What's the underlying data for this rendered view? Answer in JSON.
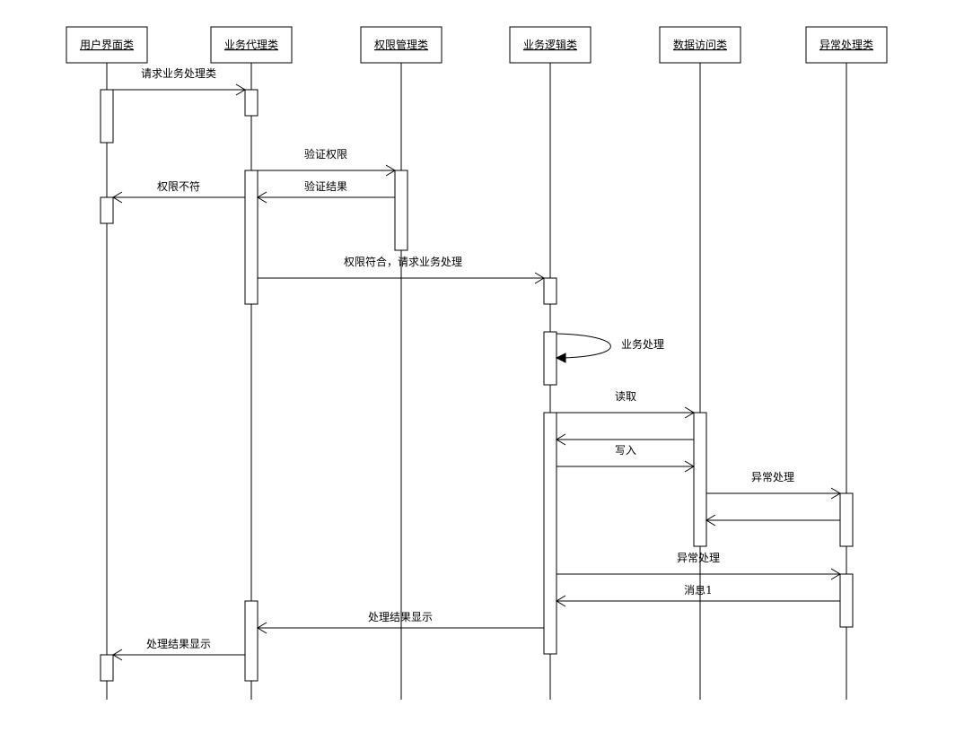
{
  "diagram": {
    "type": "sequence",
    "participants": [
      {
        "id": "ui",
        "label": "用户界面类"
      },
      {
        "id": "proxy",
        "label": "业务代理类"
      },
      {
        "id": "perm",
        "label": "权限管理类"
      },
      {
        "id": "logic",
        "label": "业务逻辑类"
      },
      {
        "id": "data",
        "label": "数据访问类"
      },
      {
        "id": "exc",
        "label": "异常处理类"
      }
    ],
    "messages": [
      {
        "from": "ui",
        "to": "proxy",
        "label": "请求业务处理类"
      },
      {
        "from": "proxy",
        "to": "perm",
        "label": "验证权限"
      },
      {
        "from": "perm",
        "to": "proxy",
        "label": "验证结果"
      },
      {
        "from": "proxy",
        "to": "ui",
        "label": "权限不符"
      },
      {
        "from": "proxy",
        "to": "logic",
        "label": "权限符合，请求业务处理"
      },
      {
        "from": "logic",
        "to": "logic",
        "label": "业务处理"
      },
      {
        "from": "logic",
        "to": "data",
        "label": "读取"
      },
      {
        "from": "data",
        "to": "logic",
        "label": ""
      },
      {
        "from": "logic",
        "to": "data",
        "label": "写入"
      },
      {
        "from": "data",
        "to": "exc",
        "label": "异常处理"
      },
      {
        "from": "exc",
        "to": "data",
        "label": ""
      },
      {
        "from": "logic",
        "to": "exc",
        "label": "异常处理"
      },
      {
        "from": "exc",
        "to": "logic",
        "label": "消息1"
      },
      {
        "from": "logic",
        "to": "proxy",
        "label": "处理结果显示"
      },
      {
        "from": "proxy",
        "to": "ui",
        "label": "处理结果显示"
      }
    ]
  }
}
